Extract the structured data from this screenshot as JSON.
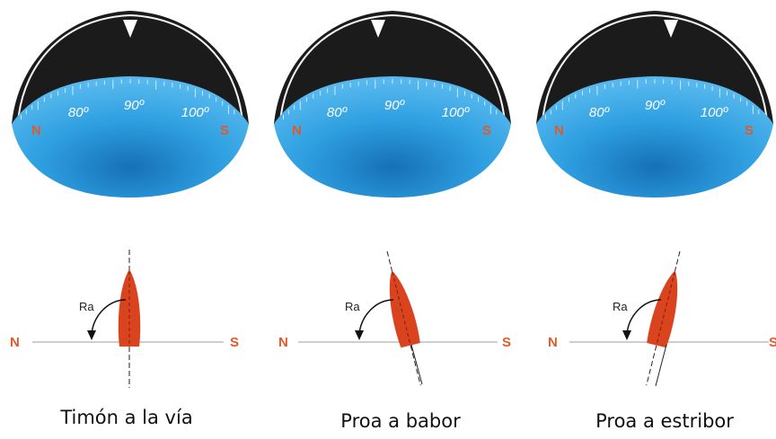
{
  "compass_panels": [
    {
      "tick_labels": [
        "80º",
        "90º",
        "100º"
      ],
      "left_dir": "N",
      "right_dir": "S"
    },
    {
      "tick_labels": [
        "80º",
        "90º",
        "100º"
      ],
      "left_dir": "N",
      "right_dir": "S"
    },
    {
      "tick_labels": [
        "80º",
        "90º",
        "100º"
      ],
      "left_dir": "N",
      "right_dir": "S"
    }
  ],
  "boat_panels": [
    {
      "caption": "Timón a la vía",
      "angle_label": "Ra",
      "left_dir": "N",
      "right_dir": "S",
      "bow_tilt_deg": 0
    },
    {
      "caption": "Proa a babor",
      "angle_label": "Ra",
      "left_dir": "N",
      "right_dir": "S",
      "bow_tilt_deg": -12
    },
    {
      "caption": "Proa a estribor",
      "angle_label": "Ra",
      "left_dir": "N",
      "right_dir": "S",
      "bow_tilt_deg": 12
    }
  ],
  "colors": {
    "compass_dark": "#1b1b1b",
    "compass_blue": "#2e9fe0",
    "compass_blue_dark": "#1670b8",
    "boat_hull": "#d9431e",
    "direction_red": "#e05a2b",
    "baseline": "#bdbdbd"
  }
}
